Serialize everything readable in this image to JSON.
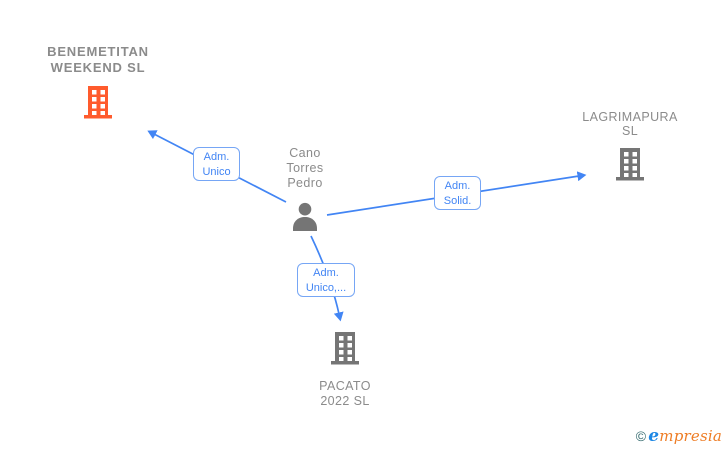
{
  "canvas": {
    "background": "#ffffff"
  },
  "nodes": {
    "benemetitan": {
      "label": "BENEMETITAN\nWEEKEND SL",
      "icon": "building-icon",
      "icon_color": "#ff5b2d"
    },
    "person": {
      "label": "Cano\nTorres\nPedro",
      "icon": "person-icon",
      "icon_color": "#757575"
    },
    "lagrimapura": {
      "label": "LAGRIMAPURA\nSL",
      "icon": "building-icon",
      "icon_color": "#757575"
    },
    "pacato": {
      "label": "PACATO\n2022 SL",
      "icon": "building-icon",
      "icon_color": "#757575"
    }
  },
  "edges": [
    {
      "from": "person",
      "to": "benemetitan",
      "label": "Adm.\nUnico"
    },
    {
      "from": "person",
      "to": "lagrimapura",
      "label": "Adm.\nSolid."
    },
    {
      "from": "person",
      "to": "pacato",
      "label": "Adm.\nUnico,..."
    }
  ],
  "colors": {
    "edge_line": "#4285f4",
    "edge_label_border": "#76a6f5",
    "edge_label_text": "#4285f4",
    "node_text": "#8b8b8b",
    "building_orange": "#ff5b2d",
    "building_gray": "#757575"
  },
  "footer": {
    "copyright_symbol": "©",
    "brand_first_letter": "e",
    "brand_rest": "mpresia"
  }
}
